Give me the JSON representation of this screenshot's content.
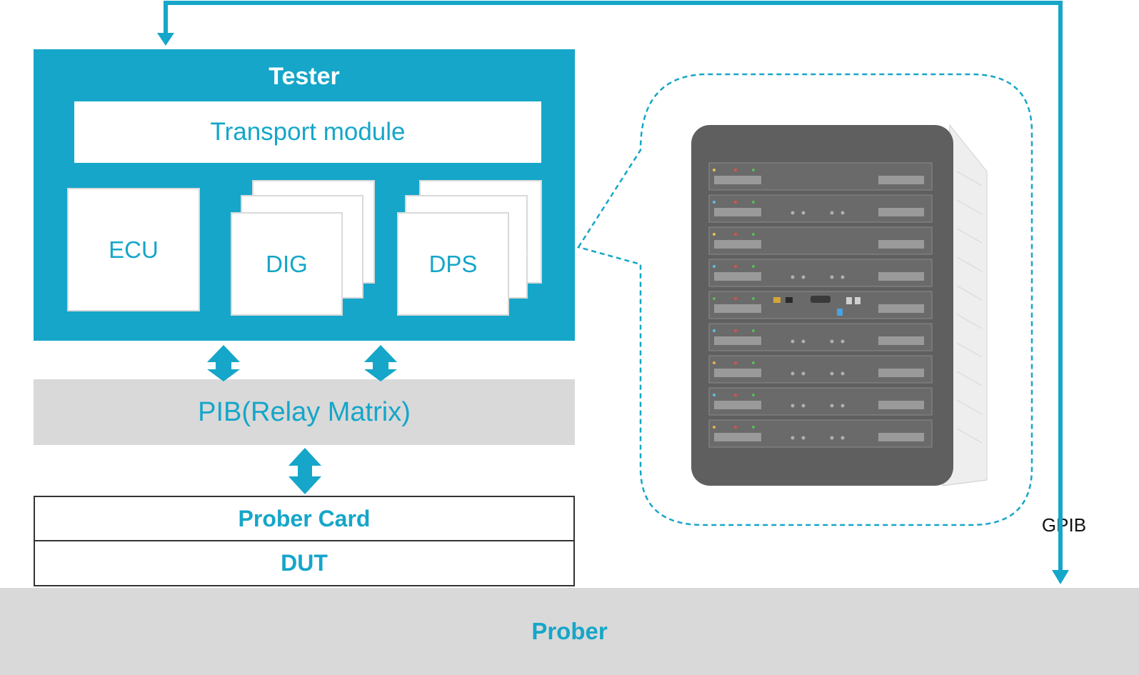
{
  "tester": {
    "title": "Tester",
    "transport": "Transport module",
    "ecu": "ECU",
    "dig": "DIG",
    "dps": "DPS",
    "ellipsis": "..."
  },
  "pib": {
    "label": "PIB(Relay Matrix)"
  },
  "prober_card": {
    "label": "Prober Card"
  },
  "dut": {
    "label": "DUT"
  },
  "prober": {
    "label": "Prober"
  },
  "gpib": {
    "label": "GPIB"
  },
  "colors": {
    "accent": "#15a6c9",
    "gray_fill": "#d9d9d9",
    "equipment": "#5f5f5f"
  }
}
